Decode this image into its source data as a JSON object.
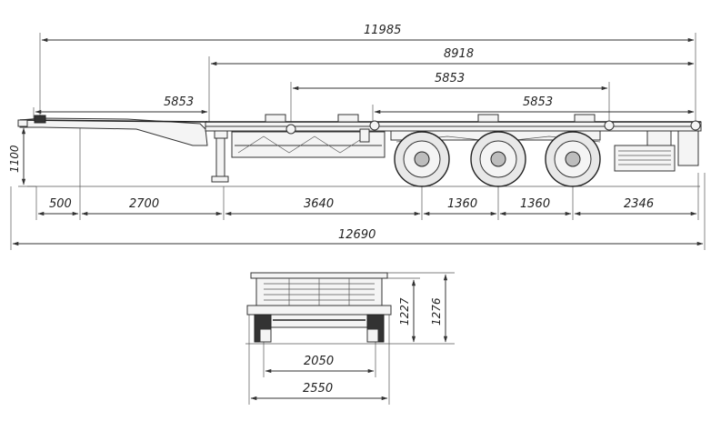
{
  "dimensions": {
    "overall_body_length": "11985",
    "frame_length_from_kingpin": "8918",
    "container_upper": "5853",
    "container_left": "5853",
    "container_right": "5853",
    "height": "1100",
    "front_overhang": "500",
    "kingpin_to_leg": "2700",
    "leg_to_axle": "3640",
    "axle_spacing_1": "1360",
    "axle_spacing_2": "1360",
    "rear_overhang": "2346",
    "overall_length": "12690",
    "end_view_track": "2050",
    "end_view_width": "2550",
    "end_view_height_1": "1227",
    "end_view_height_2": "1276"
  }
}
